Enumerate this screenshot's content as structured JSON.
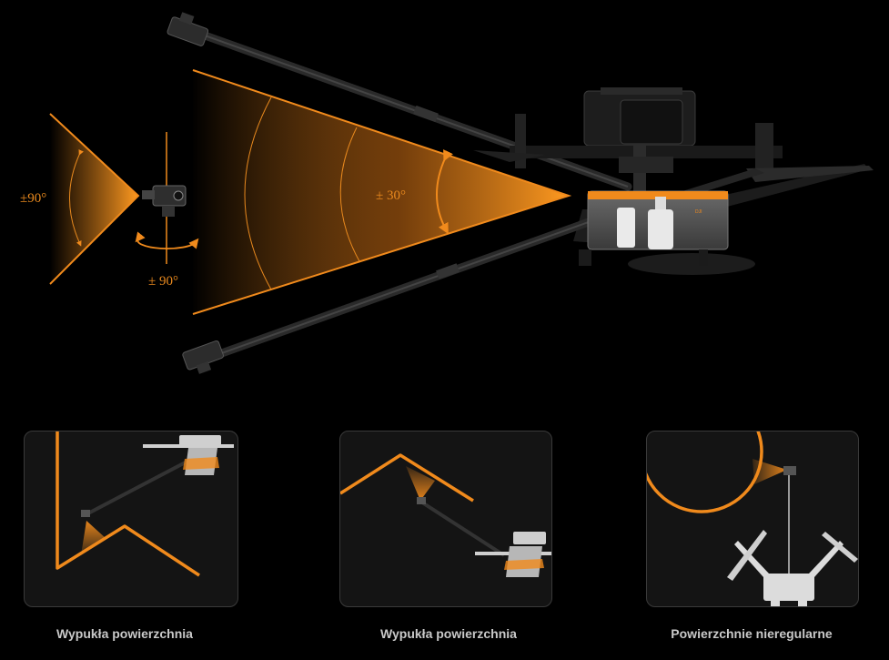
{
  "colors": {
    "accent": "#f08a1c",
    "background": "#000000",
    "card": "#141414",
    "caption": "#c9c9c9"
  },
  "hero": {
    "angle_left": "±90°",
    "angle_rotation": "± 90°",
    "angle_main": "± 30°",
    "body_logo": "DJI"
  },
  "cards": [
    {
      "caption": "Wypukła powierzchnia"
    },
    {
      "caption": "Wypukła powierzchnia"
    },
    {
      "caption": "Powierzchnie nieregularne"
    }
  ]
}
